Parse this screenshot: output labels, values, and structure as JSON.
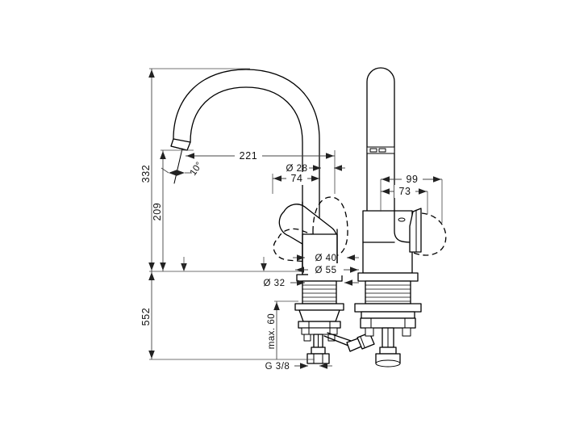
{
  "drawing": {
    "title": "Kitchen mixer tap dimensional drawing",
    "background_color": "#ffffff",
    "line_color": "#000000",
    "dimension_color": "#444444",
    "views": {
      "left": "side-view",
      "right": "front-view"
    }
  },
  "dimensions": {
    "height_total": "332",
    "height_spout": "209",
    "height_below": "552",
    "reach": "221",
    "spout_diameter": "Ø 28",
    "spout_offset": "74",
    "body_diameter": "Ø 40",
    "base_diameter": "Ø 55",
    "shank_diameter": "Ø 32",
    "max_deck": "max. 60",
    "thread": "G 3/8",
    "handle_angle": "10°",
    "front_width_outer": "99",
    "front_width_inner": "73"
  }
}
